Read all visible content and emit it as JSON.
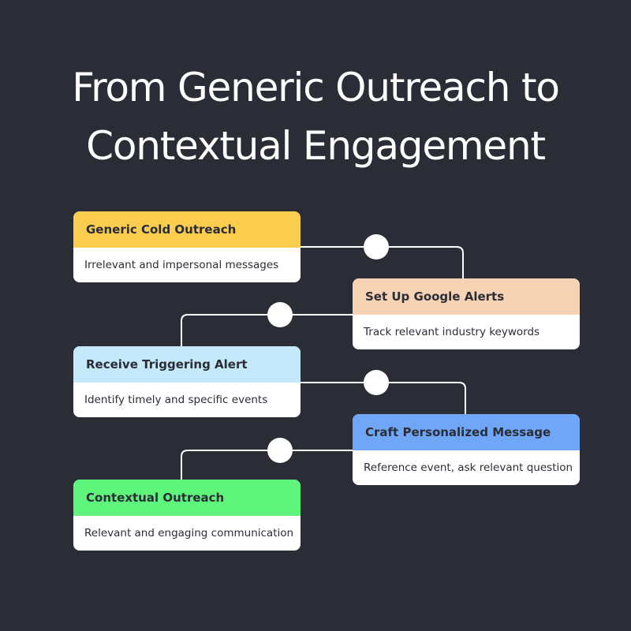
{
  "title": {
    "line1": "From Generic Outreach to",
    "line2": "Contextual Engagement"
  },
  "colors": {
    "background": "#2b2d36",
    "step1": "#fbcd4f",
    "step2": "#f7d3b6",
    "step3": "#c3e9fa",
    "step4": "#6fa6f6",
    "step5": "#5ff57c",
    "connector": "#ffffff"
  },
  "steps": [
    {
      "title": "Generic Cold Outreach",
      "description": "Irrelevant and impersonal messages"
    },
    {
      "title": "Set Up Google Alerts",
      "description": "Track relevant industry keywords"
    },
    {
      "title": "Receive Triggering Alert",
      "description": "Identify timely and specific events"
    },
    {
      "title": "Craft Personalized Message",
      "description": "Reference event, ask relevant question"
    },
    {
      "title": "Contextual Outreach",
      "description": "Relevant and engaging communication"
    }
  ]
}
